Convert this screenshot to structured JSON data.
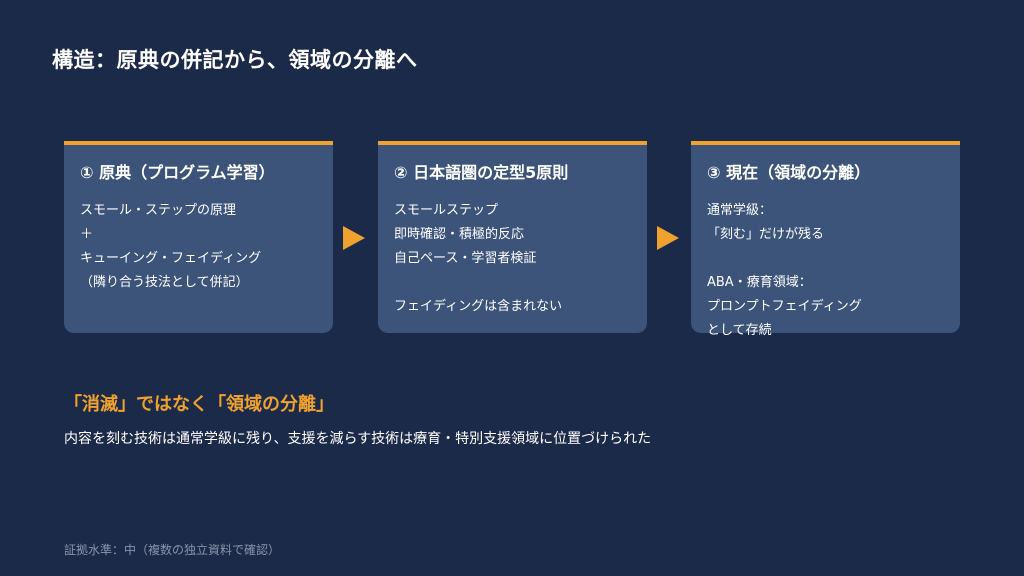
{
  "title": "構造：原典の併記から、領域の分離へ",
  "cards": [
    {
      "title": "① 原典（プログラム学習）",
      "body": "スモール・ステップの原理\n＋\nキューイング・フェイディング\n（隣り合う技法として併記）"
    },
    {
      "title": "② 日本語圏の定型5原則",
      "body": "スモールステップ\n即時確認・積極的反応\n自己ペース・学習者検証\n\nフェイディングは含まれない"
    },
    {
      "title": "③ 現在（領域の分離）",
      "body": "通常学級：\n「刻む」だけが残る\n\nABA・療育領域：\nプロンプトフェイディング\nとして存続"
    }
  ],
  "headline": "「消滅」ではなく「領域の分離」",
  "subtext": "内容を刻む技術は通常学級に残り、支援を減らす技術は療育・特別支援領域に位置づけられた",
  "footer": "証拠水準：中（複数の独立資料で確認）",
  "colors": {
    "background": "#1c2a4a",
    "card": "#3c5479",
    "accent": "#f0a22e",
    "footer_text": "#8894ab"
  }
}
